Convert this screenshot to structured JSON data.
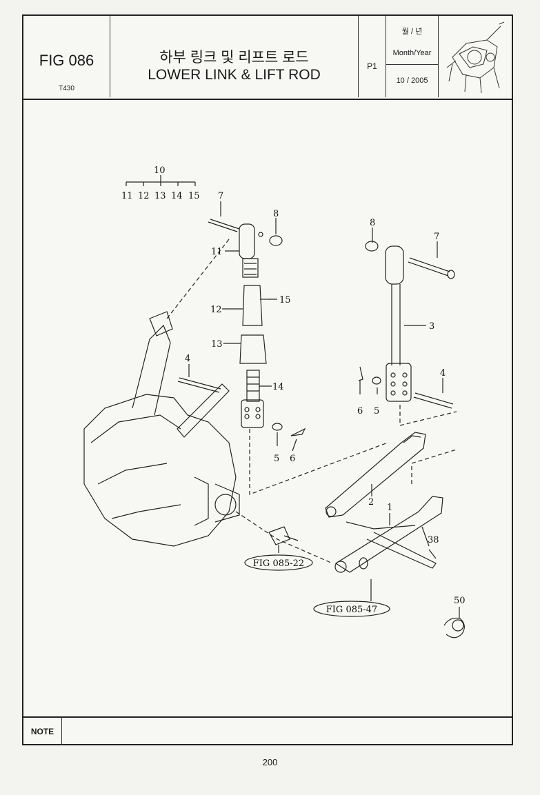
{
  "header": {
    "fig_number": "FIG 086",
    "model": "T430",
    "title_korean": "하부 링크 및 리프트 로드",
    "title_english": "LOWER LINK & LIFT ROD",
    "page": "P1",
    "date_label_korean": "월 / 년",
    "date_label_english": "Month/Year",
    "date_value": "10 / 2005"
  },
  "diagram": {
    "callouts": {
      "c10": "10",
      "c11a": "11",
      "c12a": "12",
      "c13a": "13",
      "c14a": "14",
      "c15a": "15",
      "c7a": "7",
      "c8a": "8",
      "c11": "11",
      "c12": "12",
      "c15": "15",
      "c13": "13",
      "c4a": "4",
      "c14": "14",
      "c5a": "5",
      "c6a": "6",
      "c8b": "8",
      "c7b": "7",
      "c3": "3",
      "c6b": "6",
      "c5b": "5",
      "c4b": "4",
      "c2": "2",
      "c1": "1",
      "c38": "38",
      "c50": "50"
    },
    "refs": {
      "ref1": "FIG 085-22",
      "ref2": "FIG 085-47"
    }
  },
  "note": {
    "label": "NOTE",
    "text": ""
  },
  "page_number": "200"
}
